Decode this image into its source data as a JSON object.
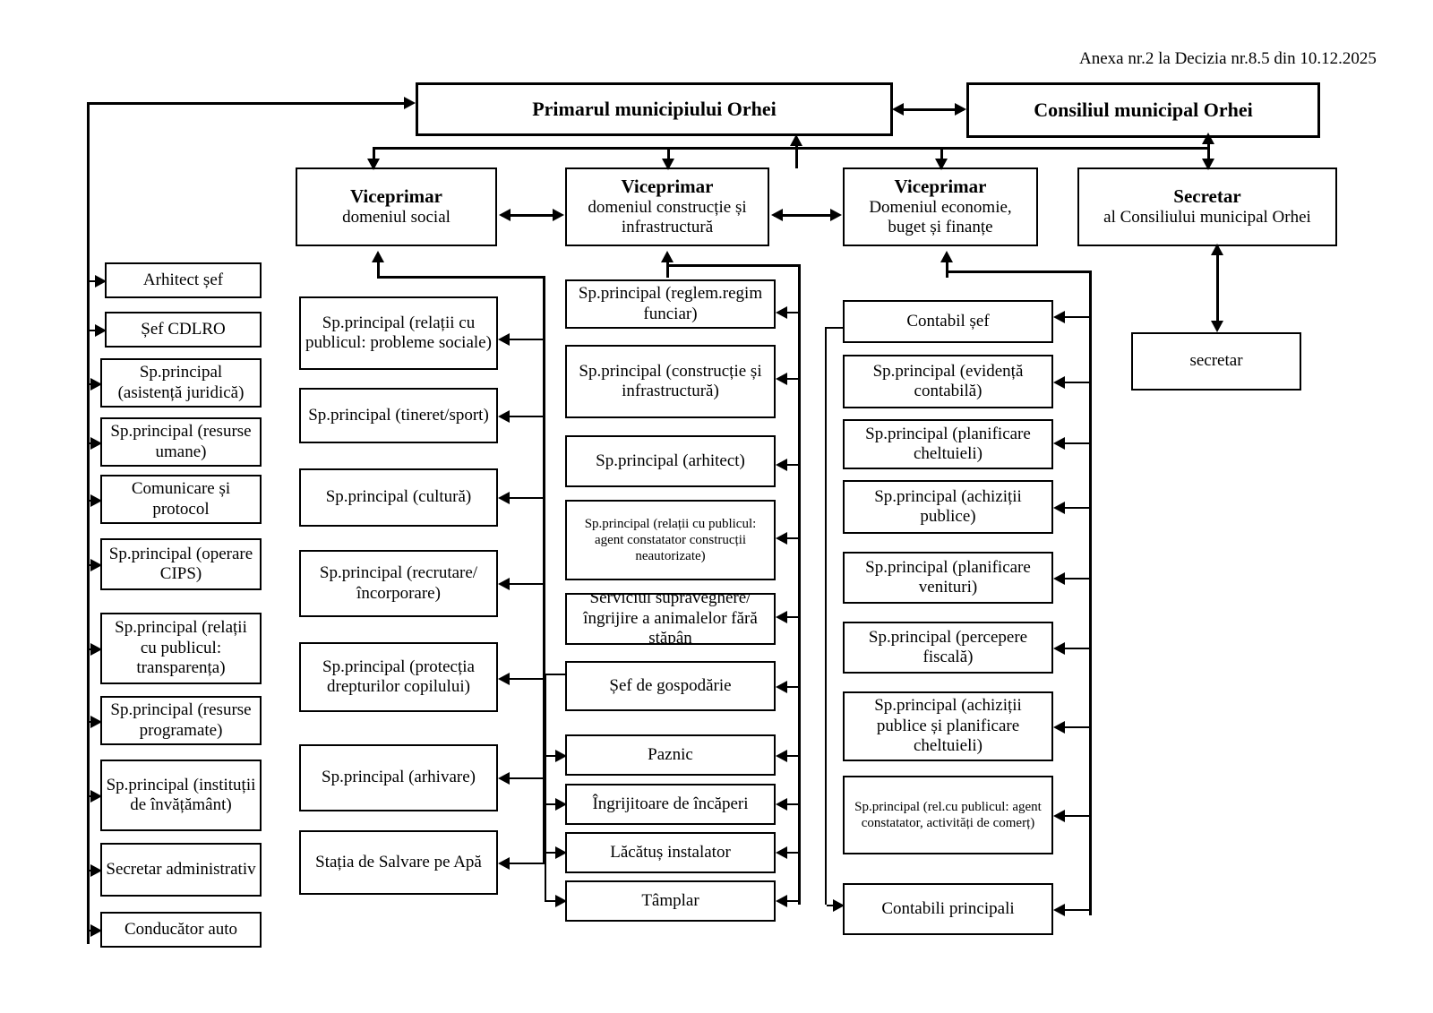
{
  "document": {
    "annex_note": "Anexa nr.2 la Decizia nr.8.5 din 10.12.2025"
  },
  "top": {
    "mayor": "Primarul municipiului Orhei",
    "council": "Consiliul municipal Orhei"
  },
  "deputies": [
    {
      "title": "Viceprimar",
      "subtitle": "domeniul social"
    },
    {
      "title": "Viceprimar",
      "subtitle": "domeniul construcție și infrastructură"
    },
    {
      "title": "Viceprimar",
      "subtitle": "Domeniul economie, buget și finanțe"
    },
    {
      "title": "Secretar",
      "subtitle": "al Consiliului municipal Orhei"
    }
  ],
  "secretary_branch": {
    "staff": "secretar"
  },
  "column_mayor_direct": {
    "items": [
      "Arhitect șef",
      "Șef CDLRO",
      "Sp.principal (asistență juridică)",
      "Sp.principal (resurse umane)",
      "Comunicare și protocol",
      "Sp.principal (operare CIPS)",
      "Sp.principal (relații cu publicul: transparența)",
      "Sp.principal (resurse programate)",
      "Sp.principal (instituții de învățământ)",
      "Secretar administrativ",
      "Conducător auto"
    ]
  },
  "column_social": {
    "items": [
      "Sp.principal (relații cu publicul: probleme sociale)",
      "Sp.principal (tineret/sport)",
      "Sp.principal (cultură)",
      "Sp.principal (recrutare/încorporare)",
      "Sp.principal (protecția drepturilor copilului)",
      "Sp.principal (arhivare)",
      "Stația de Salvare pe Apă"
    ]
  },
  "column_construction": {
    "items": [
      "Sp.principal (reglem.regim funciar)",
      "Sp.principal (construcție și infrastructură)",
      "Sp.principal (arhitect)",
      "Sp.principal (relații cu publicul: agent constatator construcții neautorizate)",
      "Serviciul supraveghere/ îngrijire a animalelor fără stăpân",
      "Șef de gospodărie",
      "Paznic",
      "Îngrijitoare de încăperi",
      "Lăcătuș instalator",
      "Tâmplar"
    ]
  },
  "column_economy": {
    "items": [
      "Contabil șef",
      "Sp.principal (evidență contabilă)",
      "Sp.principal (planificare cheltuieli)",
      "Sp.principal (achiziții publice)",
      "Sp.principal (planificare venituri)",
      "Sp.principal (percepere fiscală)",
      "Sp.principal (achiziții publice și planificare cheltuieli)",
      "Sp.principal (rel.cu publicul: agent constatator, activități de comerț)",
      "Contabili principali"
    ]
  },
  "colors": {
    "line": "#000000",
    "box_border": "#000000",
    "background": "#ffffff"
  }
}
